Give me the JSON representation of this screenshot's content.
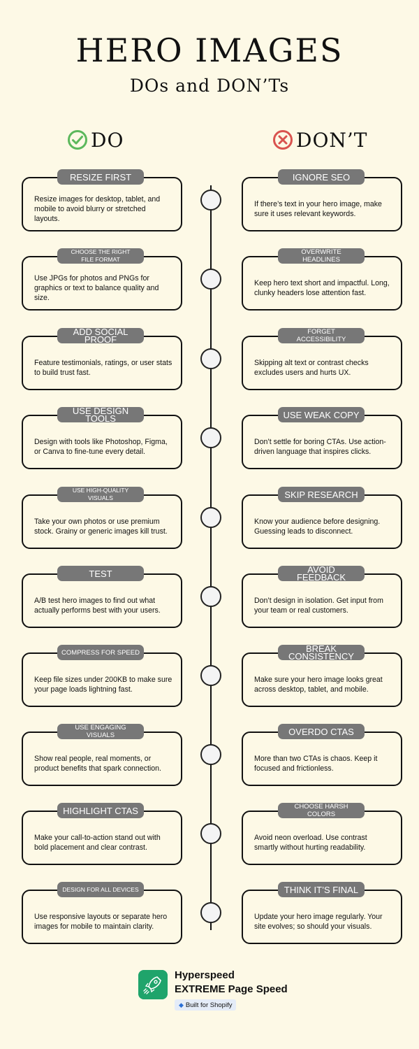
{
  "title": "HERO IMAGES",
  "subtitle": "DOs and DON’Ts",
  "do_heading": "DO",
  "dont_heading": "DON’T",
  "do_items": [
    {
      "label": "RESIZE FIRST",
      "text": "Resize images for desktop, tablet, and mobile to avoid blurry or stretched layouts."
    },
    {
      "label": "CHOOSE THE RIGHT\nFILE FORMAT",
      "text": "Use JPGs for photos and PNGs for graphics or text to balance quality and size."
    },
    {
      "label": "ADD SOCIAL PROOF",
      "text": "Feature testimonials, ratings, or user stats to build trust fast."
    },
    {
      "label": "USE DESIGN TOOLS",
      "text": "Design with tools like Photoshop, Figma, or Canva to fine-tune every detail."
    },
    {
      "label": "USE HIGH-QUALITY\nVISUALS",
      "text": "Take your own photos or use premium stock. Grainy or generic images kill trust."
    },
    {
      "label": "TEST",
      "text": "A/B test hero images to find out what actually performs best with your users."
    },
    {
      "label": "COMPRESS FOR SPEED",
      "text": "Keep file sizes under 200KB to make sure your page loads lightning fast."
    },
    {
      "label": "USE ENGAGING VISUALS",
      "text": "Show real people, real moments, or product benefits that spark connection."
    },
    {
      "label": "HIGHLIGHT CTAS",
      "text": "Make your call-to-action stand out with bold placement and clear contrast."
    },
    {
      "label": "DESIGN FOR ALL DEVICES",
      "text": "Use responsive layouts or separate hero images for mobile to maintain clarity."
    }
  ],
  "dont_items": [
    {
      "label": "IGNORE SEO",
      "text": "If there’s text in your hero image, make sure it uses relevant keywords."
    },
    {
      "label": "OVERWRITE HEADLINES",
      "text": "Keep hero text short and impactful. Long, clunky headers lose attention fast."
    },
    {
      "label": "FORGET\nACCESSIBILITY",
      "text": "Skipping alt text or contrast checks excludes users and hurts UX."
    },
    {
      "label": "USE WEAK COPY",
      "text": "Don’t settle for boring CTAs. Use action-driven language that inspires clicks."
    },
    {
      "label": "SKIP RESEARCH",
      "text": "Know your audience before designing. Guessing leads to disconnect."
    },
    {
      "label": "AVOID FEEDBACK",
      "text": "Don’t design in isolation. Get input from your team or real customers."
    },
    {
      "label": "BREAK CONSISTENCY",
      "text": "Make sure your hero image looks great across desktop, tablet, and mobile."
    },
    {
      "label": "OVERDO CTAS",
      "text": "More than two CTAs is chaos. Keep it focused and frictionless."
    },
    {
      "label": "CHOOSE HARSH COLORS",
      "text": "Avoid neon overload. Use contrast smartly without hurting readability."
    },
    {
      "label": "THINK IT’S FINAL",
      "text": "Update your hero image regularly. Your site evolves; so should your visuals."
    }
  ],
  "footer": {
    "brand_line1": "Hyperspeed",
    "brand_line2": "EXTREME Page Speed",
    "badge": "Built for Shopify"
  },
  "icons": {
    "do": "check-circle-icon",
    "dont": "x-circle-icon",
    "logo": "rocket-icon",
    "badge": "diamond-icon"
  },
  "colors": {
    "background": "#fdf9e6",
    "label_fill": "#777777",
    "do_green": "#5cb85c",
    "dont_red": "#d9534f",
    "logo_green": "#1fa46b"
  }
}
